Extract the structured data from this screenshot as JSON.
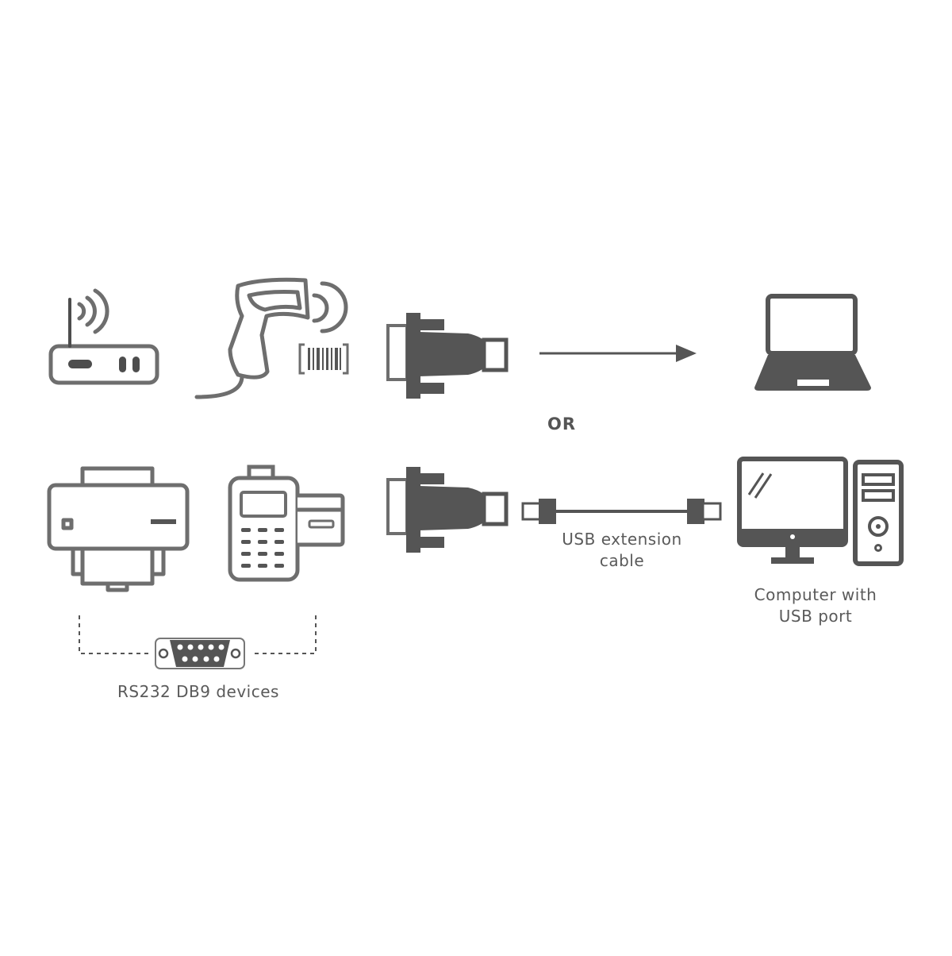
{
  "labels": {
    "or": "OR",
    "usb_extension_line1": "USB extension",
    "usb_extension_line2": "cable",
    "computer_line1": "Computer with",
    "computer_line2": "USB port",
    "rs232": "RS232 DB9 devices"
  },
  "icons": [
    "wifi-router-icon",
    "barcode-scanner-icon",
    "barcode-icon",
    "db9-usb-adapter-icon",
    "arrow-right-icon",
    "laptop-icon",
    "printer-icon",
    "pos-terminal-icon",
    "credit-card-icon",
    "usb-extension-cable-icon",
    "desktop-monitor-icon",
    "pc-tower-icon",
    "db9-port-icon"
  ],
  "colors": {
    "outline": "#6e6e6e",
    "dark": "#4d4d4d",
    "text": "#5a5a5a",
    "background": "#ffffff"
  }
}
